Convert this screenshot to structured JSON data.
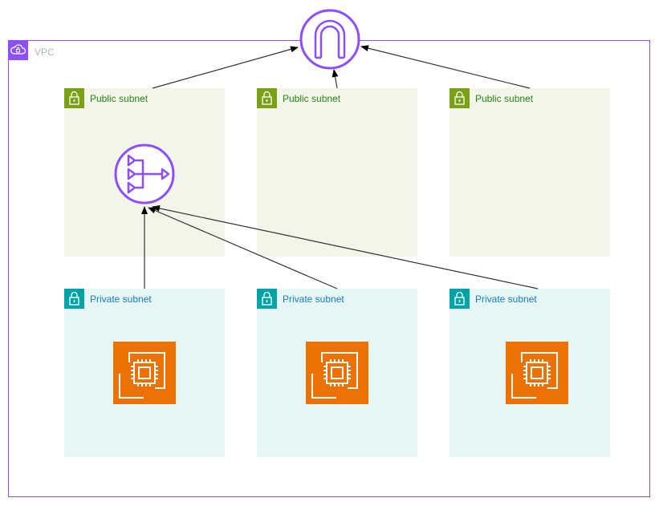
{
  "vpc": {
    "label": "VPC"
  },
  "subnets": {
    "public": [
      {
        "label": "Public subnet"
      },
      {
        "label": "Public subnet"
      },
      {
        "label": "Public subnet"
      }
    ],
    "private": [
      {
        "label": "Private subnet"
      },
      {
        "label": "Private subnet"
      },
      {
        "label": "Private subnet"
      }
    ]
  },
  "icons": {
    "internet_gateway": "internet-gateway-icon",
    "nat_gateway": "nat-gateway-icon",
    "ec2_instance": "ec2-instance-icon",
    "lock": "lock-icon",
    "vpc": "vpc-cloud-icon"
  },
  "colors": {
    "vpc_border": "#8c4fff",
    "public_fill": "#f2f6e8",
    "public_accent": "#7aa116",
    "public_text": "#248814",
    "private_fill": "#e6f6f7",
    "private_accent": "#00a4a6",
    "private_text": "#147eba",
    "ec2": "#ed7100",
    "network_icon": "#8c4fff"
  }
}
